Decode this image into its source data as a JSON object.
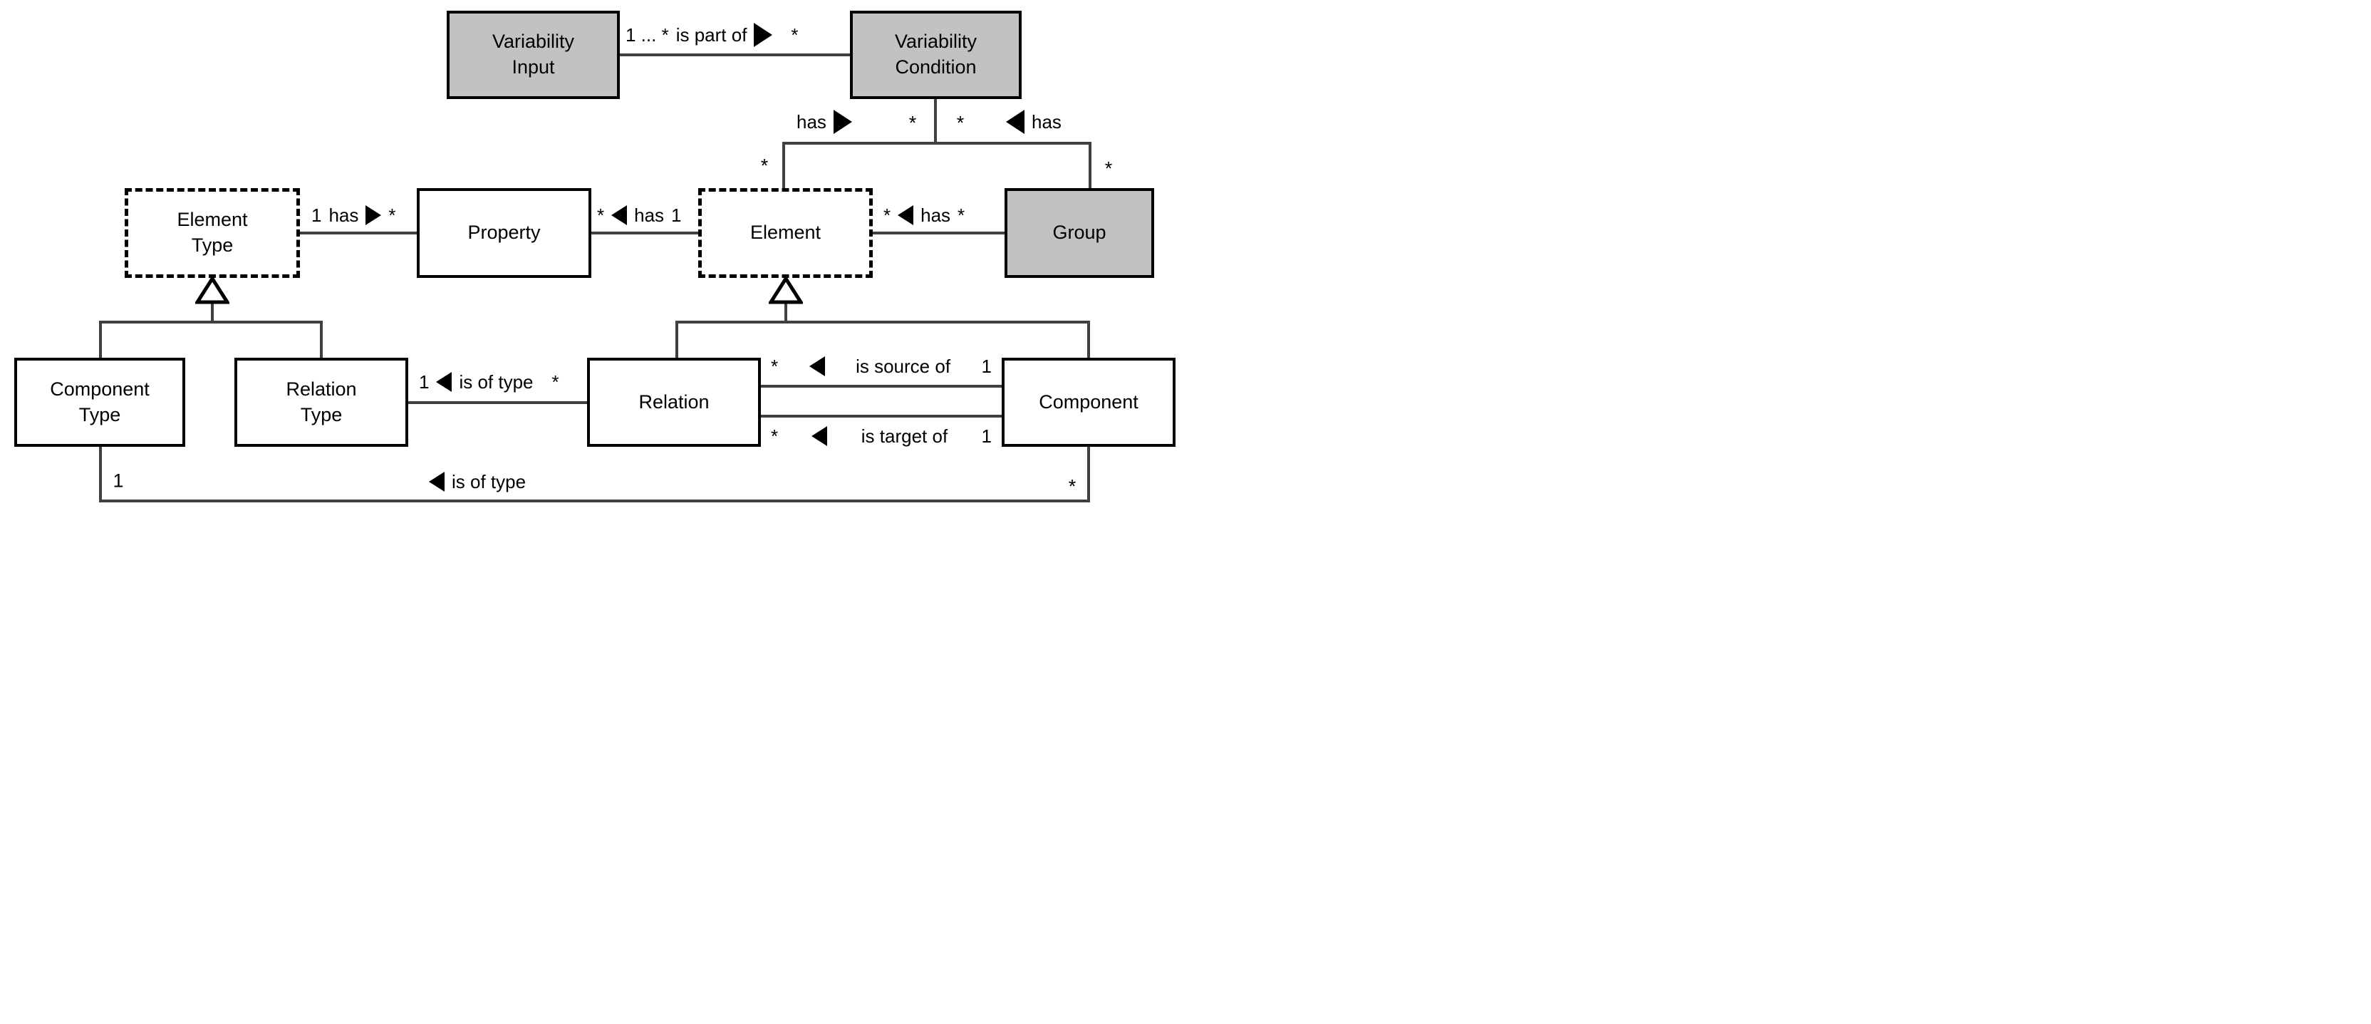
{
  "colors": {
    "fill_gray": "#c2c2c2",
    "fill_white": "#ffffff",
    "border_black": "#000000",
    "connector_gray": "#404040"
  },
  "nodes": {
    "variability_input": {
      "line1": "Variability",
      "line2": "Input"
    },
    "variability_condition": {
      "line1": "Variability",
      "line2": "Condition"
    },
    "element_type": {
      "line1": "Element",
      "line2": "Type"
    },
    "property": {
      "line1": "Property",
      "line2": ""
    },
    "element": {
      "line1": "Element",
      "line2": ""
    },
    "group": {
      "line1": "Group",
      "line2": ""
    },
    "component_type": {
      "line1": "Component",
      "line2": "Type"
    },
    "relation_type": {
      "line1": "Relation",
      "line2": "Type"
    },
    "relation": {
      "line1": "Relation",
      "line2": ""
    },
    "component": {
      "line1": "Component",
      "line2": ""
    }
  },
  "labels": {
    "part_of": {
      "m1": "1 ... *",
      "text": "is part of",
      "m2": "*"
    },
    "vc_has_left": {
      "text": "has"
    },
    "vc_has_right": {
      "text": "has"
    },
    "vc_stem_mult_left": "*",
    "vc_stem_mult_right": "*",
    "element_leg_mult": "*",
    "group_leg_mult": "*",
    "et_property": {
      "m1": "1",
      "text": "has",
      "m2": "*"
    },
    "property_element": {
      "m1": "*",
      "text": "has",
      "m2": "1"
    },
    "element_group": {
      "m1": "*",
      "text": "has",
      "m2": "*"
    },
    "rt_relation": {
      "m1": "1",
      "text": "is of type",
      "m2": "*"
    },
    "is_source_of": {
      "m1": "*",
      "text": "is source of",
      "m2": "1"
    },
    "is_target_of": {
      "m1": "*",
      "text": "is target of",
      "m2": "1"
    },
    "ct_component": {
      "m1": "1",
      "text": "is of type",
      "m2": "*"
    }
  }
}
